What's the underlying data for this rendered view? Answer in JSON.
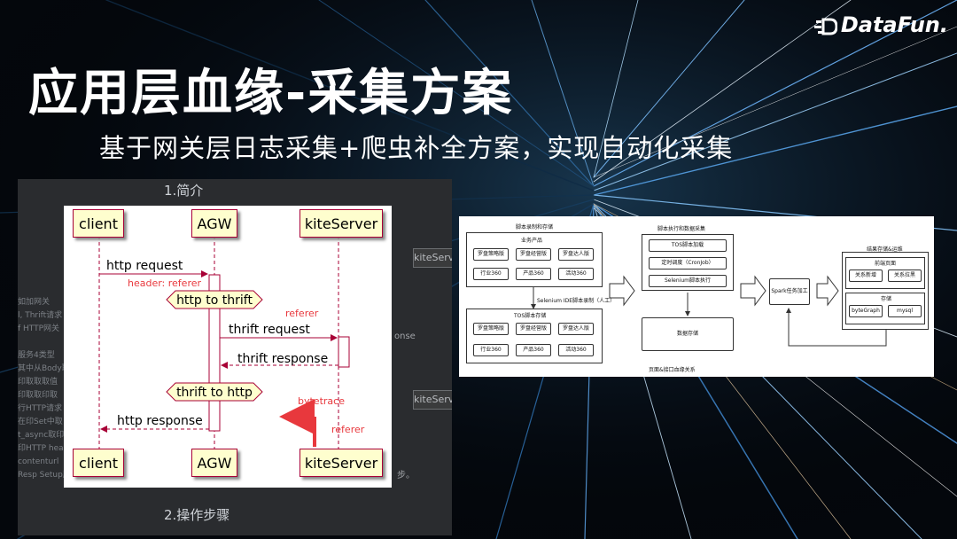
{
  "slide": {
    "logo": "DataFun.",
    "title": "应用层血缘-采集方案",
    "subtitle": "基于网关层日志采集+爬虫补全方案，实现自动化采集"
  },
  "doc": {
    "section1": "1.简介",
    "section2": "2.操作步骤",
    "side_lines": [
      "如加网关",
      "l, Thrift请求",
      "f HTTP网关",
      "",
      "服务4类型",
      "其中从Body取印",
      "印取取取值",
      "印取取印取",
      "行HTTP请求",
      "在印Set中取",
      "t_async取印",
      "印HTTP head",
      "contenturl",
      "Resp Setup服务 header"
    ],
    "ghost_kite": "kiteServer",
    "ghost_kite2": "kiteServer",
    "ghost_fragment": "onse",
    "ghost_end": "步。"
  },
  "sequence": {
    "participants_top": [
      "client",
      "AGW",
      "kiteServer"
    ],
    "participants_bottom": [
      "client",
      "AGW",
      "kiteServer"
    ],
    "msg_http_request": "http request",
    "note_header": "header: referer",
    "hex_http_to_thrift": "http to thrift",
    "note_referer_1": "referer",
    "msg_thrift_request": "thrift request",
    "msg_thrift_response": "thrift response",
    "hex_thrift_to_http": "thrift to http",
    "note_bytetrace": "bytetrace",
    "msg_http_response": "http response",
    "note_referer_2": "referer",
    "colors": {
      "accent_red": "#e8383d",
      "box_fill": "#fefece",
      "box_border": "#a80036"
    }
  },
  "flow": {
    "group_script_record": "脚本录制和存储",
    "group_business": "业务产品",
    "biz_items": [
      "罗盘策略版",
      "罗盘经营版",
      "罗盘达人版",
      "行业360",
      "产品360",
      "活动360"
    ],
    "selenium_label": "Selenium IDE脚本录制（人工）",
    "tos_store": "TOS脚本存储",
    "tos_items": [
      "罗盘策略版",
      "罗盘经营版",
      "罗盘达人版",
      "行业360",
      "产品360",
      "活动360"
    ],
    "group_exec": "脚本执行和数据采集",
    "exec_items": [
      "TOS脚本加载",
      "定时调度（CronJob）",
      "Selenium脚本执行"
    ],
    "data_store": "数据存储",
    "spark": "Spark任务加工",
    "group_result": "结果存储&运维",
    "frontend": "前端页面",
    "fe_items": [
      "关系新增",
      "关系拉黑"
    ],
    "storage": "存储",
    "storage_items": [
      "byteGraph",
      "mysql"
    ],
    "caption": "页面&接口血缘关系"
  }
}
